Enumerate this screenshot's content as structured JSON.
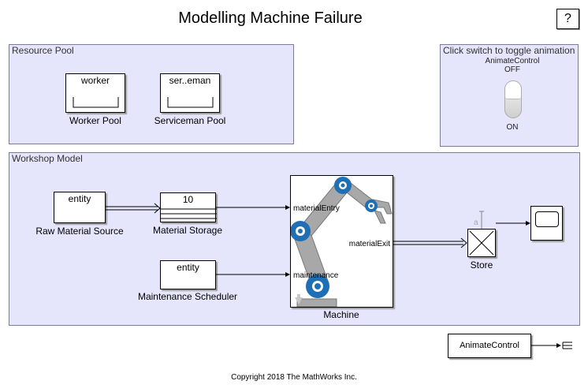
{
  "title": "Modelling Machine Failure",
  "help_label": "?",
  "resource_pool": {
    "label": "Resource Pool",
    "worker_pool": {
      "resource": "worker",
      "caption": "Worker Pool"
    },
    "serviceman_pool": {
      "resource": "ser..eman",
      "caption": "Serviceman Pool"
    }
  },
  "toggle_panel": {
    "label": "Click switch to toggle animation",
    "control_name": "AnimateControl",
    "state_off": "OFF",
    "state_on": "ON"
  },
  "workshop": {
    "label": "Workshop Model",
    "raw_material_source": {
      "text": "entity",
      "caption": "Raw Material Source"
    },
    "material_storage": {
      "capacity": "10",
      "caption": "Material Storage"
    },
    "maintenance_scheduler": {
      "text": "entity",
      "caption": "Maintenance Scheduler"
    },
    "machine": {
      "caption": "Machine",
      "ports": {
        "entry": "materialEntry",
        "maintenance": "maintenance",
        "exit": "materialExit"
      }
    },
    "store": {
      "caption": "Store",
      "port_hint": "a"
    }
  },
  "animate_control_block": {
    "label": "AnimateControl"
  },
  "copyright": "Copyright 2018 The MathWorks Inc.",
  "colors": {
    "area_bg": "#e5e5fb",
    "robot_blue": "#1f6fb5",
    "robot_gray": "#a8a8a8"
  }
}
